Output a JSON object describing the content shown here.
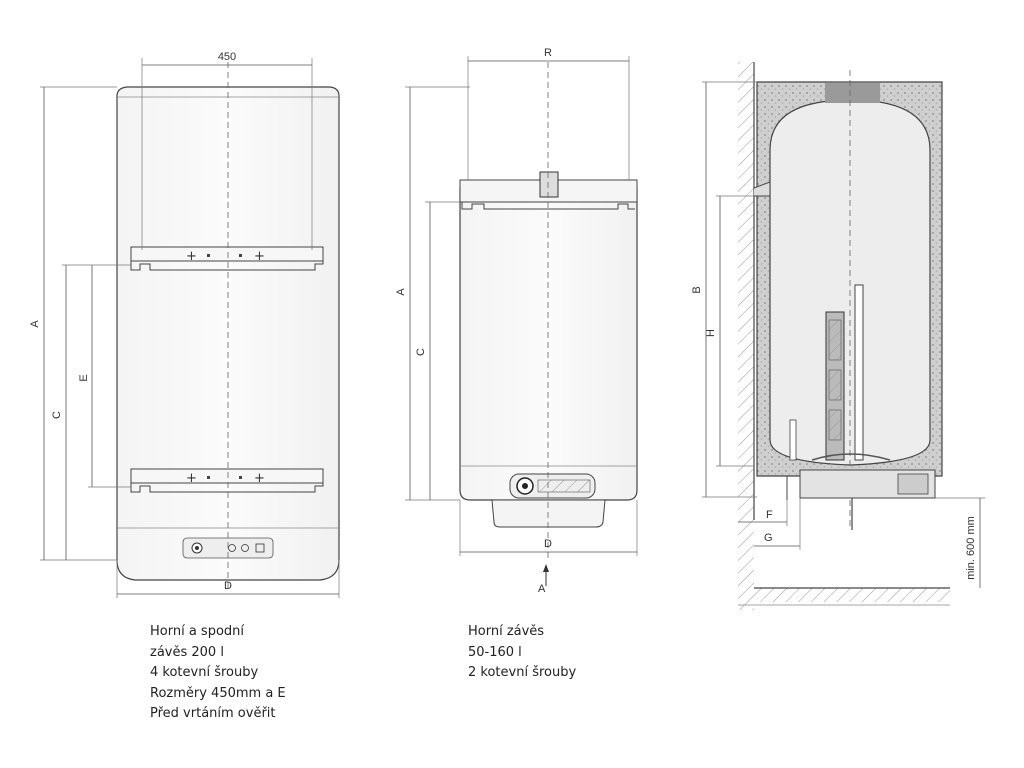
{
  "views": {
    "front_two_hangers": {
      "top_width": "450",
      "overall_height": "A",
      "lower_hanger_height": "C",
      "hanger_spacing": "E",
      "width": "D"
    },
    "front_one_hanger": {
      "top_spacing": "R",
      "overall_height": "A",
      "hanger_height": "C",
      "width": "D",
      "section_arrow": "A"
    },
    "section_side": {
      "overall_height": "B",
      "height": "H",
      "wall_offset_f": "F",
      "wall_offset_g": "G",
      "min_clearance": "min. 600 mm"
    }
  },
  "captions": {
    "left": [
      "Horní a spodní",
      "závěs 200 l",
      "4 kotevní šrouby",
      "Rozměry 450mm a E",
      "Před vrtáním ověřit"
    ],
    "middle": [
      "Horní závěs",
      "50-160 l",
      "2 kotevní šrouby"
    ]
  }
}
